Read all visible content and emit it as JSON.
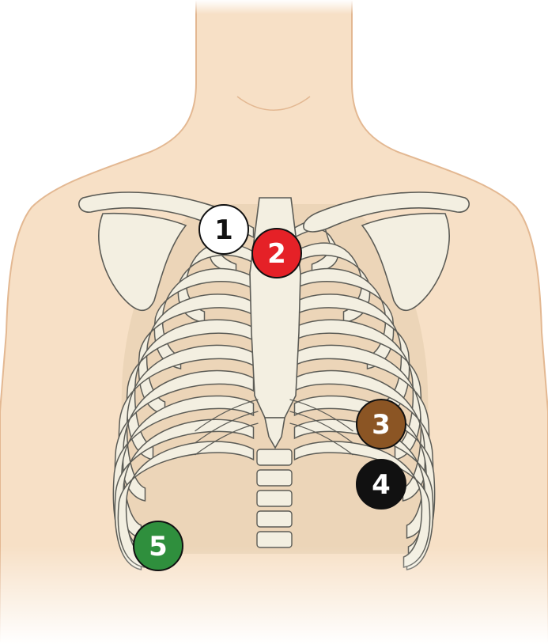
{
  "colors": {
    "skin": "#f7e0c6",
    "skin_outline": "#e3b892",
    "bone": "#f3efe1",
    "bone_outline": "#5c5c56",
    "background": "#ffffff"
  },
  "electrodes": [
    {
      "label": "1",
      "fill": "#ffffff",
      "text_color": "#111111"
    },
    {
      "label": "2",
      "fill": "#e52127",
      "text_color": "#ffffff"
    },
    {
      "label": "3",
      "fill": "#8b5524",
      "text_color": "#ffffff"
    },
    {
      "label": "4",
      "fill": "#111111",
      "text_color": "#ffffff"
    },
    {
      "label": "5",
      "fill": "#2f8f3d",
      "text_color": "#ffffff"
    }
  ]
}
